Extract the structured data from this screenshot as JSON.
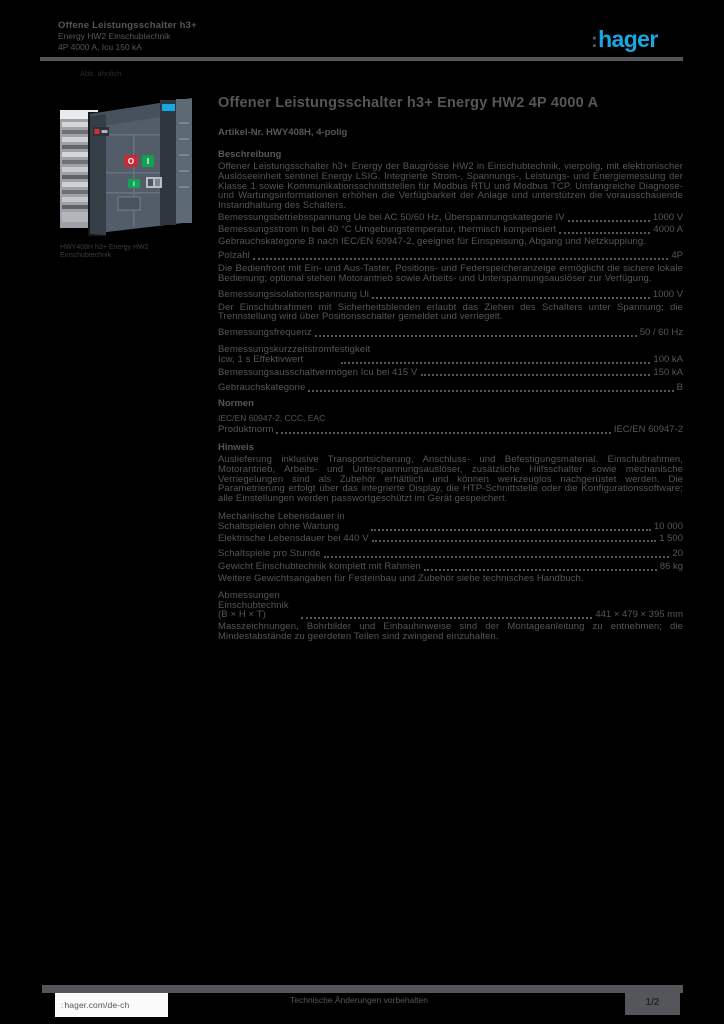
{
  "colors": {
    "page_bg": "#000000",
    "text_gray": "#55565a",
    "logo_blue": "#18a8e1",
    "footer_box_bg": "#fafafa",
    "button_red": "#c32b35",
    "button_green": "#0fa052"
  },
  "header": {
    "line1": "Offene Leistungsschalter h3+",
    "line2": "Energy HW2 Einschubtechnik",
    "line3": "4P 4000 A, Icu 150 kA",
    "note": "Abb. ähnlich"
  },
  "logo": {
    "mark": ":",
    "text": "hager"
  },
  "product_image": {
    "off_button_label": "O",
    "on_button_label": "I",
    "ready_indicator_label": "I",
    "caption_line1": "HWY408H h3+ Energy HW2",
    "caption_line2": "Einschubtechnik"
  },
  "content": {
    "title": "Offener Leistungsschalter h3+ Energy HW2 4P 4000 A",
    "subtitle": "Artikel-Nr. HWY408H, 4-polig",
    "sections": [
      {
        "type": "heading",
        "text": "Beschreibung"
      },
      {
        "type": "para",
        "text": "Offener Leistungsschalter h3+ Energy der Baugrösse HW2 in Einschubtechnik, vierpolig, mit elektronischer Auslöseeinheit sentinel Energy LSIG. Integrierte Strom-, Spannungs-, Leistungs- und Energiemessung der Klasse 1 sowie Kommunikationsschnittstellen für Modbus RTU und Modbus TCP. Umfangreiche Diagnose- und Wartungsinformationen erhöhen die Verfügbarkeit der Anlage und unterstützen die vorausschauende Instandhaltung des Schalters."
      },
      {
        "type": "row",
        "label": "Bemessungsbetriebsspannung Ue bei AC 50/60 Hz, Überspannungskategorie IV",
        "value": "1000 V",
        "gap": 2
      },
      {
        "type": "row",
        "label": "Bemessungsstrom In bei 40 °C Umgebungstemperatur, thermisch kompensiert",
        "value": "4000 A",
        "gap": 2
      },
      {
        "type": "para",
        "text": "Gebrauchskategorie B nach IEC/EN 60947-2, geeignet für Einspeisung, Abgang und Netzkupplung.",
        "gap": 2
      },
      {
        "type": "row",
        "label": "Polzahl",
        "value": "4P",
        "gap": 5
      },
      {
        "type": "para",
        "text": "Die Bedienfront mit Ein- und Aus-Taster, Positions- und Federspeicheranzeige ermöglicht die sichere lokale Bedienung; optional stehen Motorantrieb sowie Arbeits- und Unterspannungsauslöser zur Verfügung.",
        "gap": 3
      },
      {
        "type": "row",
        "label": "Bemessungsisolationsspannung Ui",
        "value": "1000 V",
        "gap": 6
      },
      {
        "type": "para",
        "text": "Der Einschubrahmen mit Sicherheitsblenden erlaubt das Ziehen des Schalters unter Spannung; die Trennstellung wird über Positionsschalter gemeldet und verriegelt.",
        "gap": 3
      },
      {
        "type": "row",
        "label": "Bemessungsfrequenz",
        "value": "50 / 60 Hz",
        "gap": 6
      },
      {
        "type": "row",
        "label": "Bemessungskurzzeitstromfestigkeit Icw, 1 s Effektivwert",
        "value": "100 kA",
        "labelWidth": 120,
        "gap": 7
      },
      {
        "type": "row",
        "label": "Bemessungsausschaltvermögen Icu bei 415 V",
        "value": "150 kA",
        "gap": 3
      },
      {
        "type": "row",
        "label": "Gebrauchskategorie",
        "value": "B",
        "gap": 6
      },
      {
        "type": "heading",
        "text": "Normen",
        "gap": 5
      },
      {
        "type": "sublabel",
        "text": "IEC/EN 60947-2, CCC, EAC"
      },
      {
        "type": "row",
        "label": "Produktnorm",
        "value": "IEC/EN 60947-2",
        "gap": 2
      },
      {
        "type": "heading",
        "text": "Hinweis",
        "gap": 7
      },
      {
        "type": "para",
        "text": "Auslieferung inklusive Transportsicherung, Anschluss- und Befestigungsmaterial. Einschubrahmen, Motorantrieb, Arbeits- und Unterspannungsauslöser, zusätzliche Hilfsschalter sowie mechanische Verriegelungen sind als Zubehör erhältlich und können werkzeuglos nachgerüstet werden. Die Parametrierung erfolgt über das integrierte Display, die HTP-Schnittstelle oder die Konfigurationssoftware; alle Einstellungen werden passwortgeschützt im Gerät gespeichert."
      },
      {
        "type": "row",
        "label": "Mechanische Lebensdauer in Schaltspielen ohne Wartung",
        "value": "10 000",
        "labelWidth": 150,
        "gap": 8
      },
      {
        "type": "row",
        "label": "Elektrische Lebensdauer bei 440 V",
        "value": "1 500",
        "gap": 2
      },
      {
        "type": "row",
        "label": "Schaltspiele pro Stunde",
        "value": "20",
        "gap": 6
      },
      {
        "type": "row",
        "label": "Gewicht Einschubtechnik komplett mit Rahmen",
        "value": "86 kg",
        "gap": 3
      },
      {
        "type": "para",
        "text": "Weitere Gewichtsangaben für Festeinbau und Zubehör siehe technisches Handbuch.",
        "gap": 2
      },
      {
        "type": "row",
        "label": "Abmessungen Einschubtechnik (B × H × T)",
        "value": "441 × 479 × 395 mm",
        "labelWidth": 80,
        "gap": 7
      },
      {
        "type": "para",
        "text": "Masszeichnungen, Bohrbilder und Einbauhinweise sind der Montageanleitung zu entnehmen; die Mindestabstände zu geerdeten Teilen sind zwingend einzuhalten.",
        "gap": 2
      }
    ]
  },
  "footer": {
    "website": "hager.com/de-ch",
    "website_mark": ":",
    "note": "Technische Änderungen vorbehalten",
    "page": "1/2"
  }
}
